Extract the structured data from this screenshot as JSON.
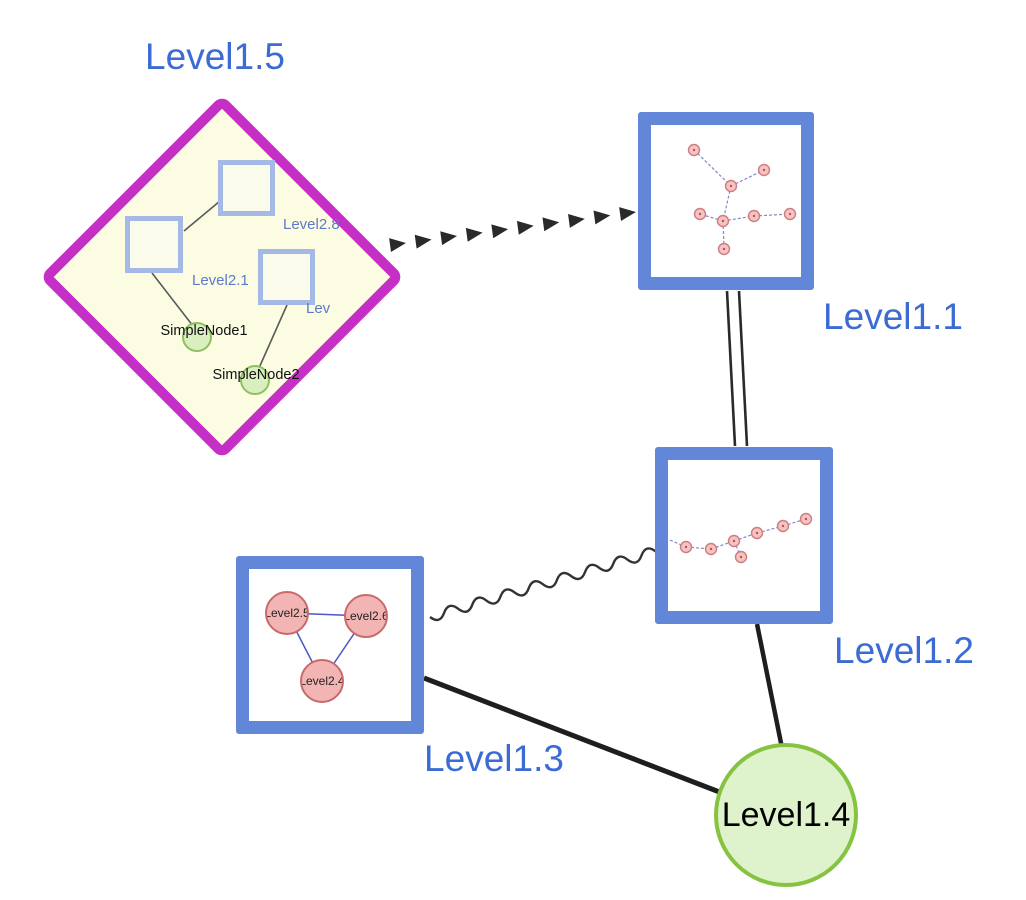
{
  "colors": {
    "label_blue": "#3c6bd3",
    "group_border_blue": "#6287d8",
    "inner_square_border_blue": "#a4b9e6",
    "diamond_border_magenta": "#c52fc5",
    "diamond_fill_yellow": "#fcfce2",
    "green_node_fill": "#def3cc",
    "green_node_border": "#85c341",
    "pink_node_fill": "#f3b4b4",
    "pink_node_border": "#c96a6a",
    "edge_black": "#1e1e1e"
  },
  "nodes": {
    "level15": {
      "label": "Level1.5",
      "type": "diamond-group",
      "children": {
        "square_top_label": "Level2.8",
        "square_left_label": "Level2.1",
        "square_right_label": "Lev",
        "simple_node1": "SimpleNode1",
        "simple_node2": "SimpleNode2"
      }
    },
    "level11": {
      "label": "Level1.1",
      "type": "square-group"
    },
    "level12": {
      "label": "Level1.2",
      "type": "square-group"
    },
    "level13": {
      "label": "Level1.3",
      "type": "square-group",
      "children": {
        "node_a": "Level2.5",
        "node_b": "Level2.6",
        "node_c": "Level2.4"
      }
    },
    "level14": {
      "label": "Level1.4",
      "type": "circle-node"
    }
  },
  "edges": [
    {
      "from": "Level1.5",
      "to": "Level1.1",
      "style": "dashed-arrow"
    },
    {
      "from": "Level1.1",
      "to": "Level1.2",
      "style": "double-line"
    },
    {
      "from": "Level1.3",
      "to": "Level1.2",
      "style": "wavy"
    },
    {
      "from": "Level1.3",
      "to": "Level1.4",
      "style": "solid"
    },
    {
      "from": "Level1.2",
      "to": "Level1.4",
      "style": "solid"
    }
  ]
}
